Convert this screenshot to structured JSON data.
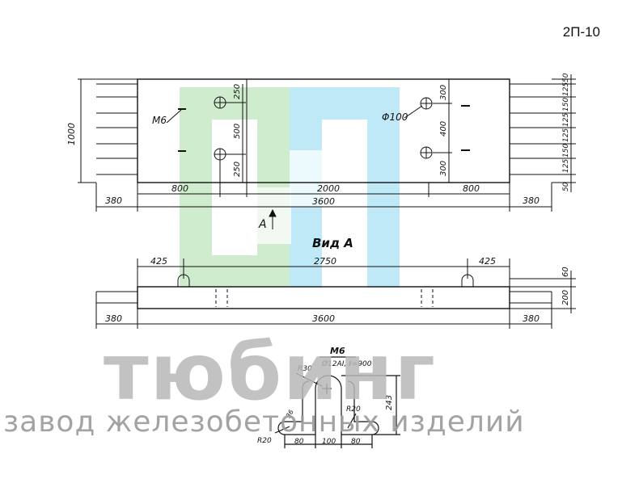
{
  "drawing_code": "2П-10",
  "watermark": {
    "title": "тюбинг",
    "subtitle": "завод железобетонных изделий"
  },
  "plan": {
    "total_height_label": "1000",
    "insert_label": "M6",
    "hole_label": "Φ100",
    "left_vertical_dims": [
      "250",
      "500",
      "250"
    ],
    "right_vertical_dims": [
      "300",
      "400",
      "300"
    ],
    "edge_dims": [
      "50",
      "125",
      "150",
      "125",
      "125",
      "150",
      "125",
      "50"
    ],
    "top_row": [
      "800",
      "2000",
      "800"
    ],
    "overall_length": "3600",
    "overhang_left": "380",
    "overhang_right": "380",
    "view_arrow": "A"
  },
  "side_view": {
    "title": "Вид А",
    "loop_offset_left": "425",
    "loop_span": "2750",
    "loop_offset_right": "425",
    "height_top": "60",
    "height_slab": "200",
    "overall_length": "3600",
    "overhang_left": "380",
    "overhang_right": "380"
  },
  "detail": {
    "title": "M6",
    "subtitle": "Ø12AI, ℓ=900",
    "radius_top": "R30",
    "radius_left": "R20",
    "radius_right": "R20",
    "height": "243",
    "small_dim": "36",
    "bottom_dims": [
      "80",
      "100",
      "80"
    ]
  },
  "colors": {
    "logo_green": "#cfeccf",
    "logo_blue": "#bfe9f7",
    "line": "#111111"
  }
}
